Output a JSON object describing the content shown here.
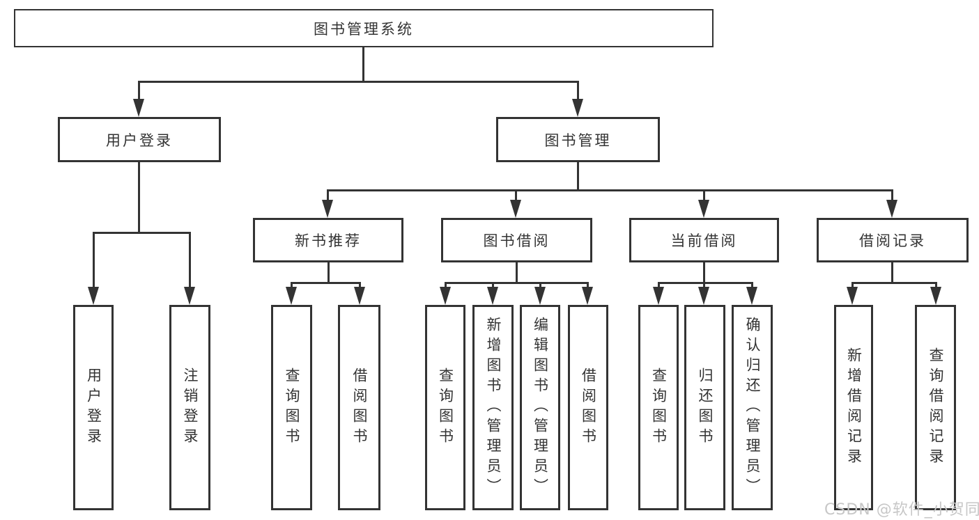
{
  "diagram": {
    "root": {
      "label": "图书管理系统"
    },
    "level2": [
      {
        "label": "用户登录"
      },
      {
        "label": "图书管理"
      }
    ],
    "level3": [
      {
        "label": "新书推荐"
      },
      {
        "label": "图书借阅"
      },
      {
        "label": "当前借阅"
      },
      {
        "label": "借阅记录"
      }
    ],
    "leaves": [
      {
        "label": "用户登录"
      },
      {
        "label": "注销登录"
      },
      {
        "label": "查询图书"
      },
      {
        "label": "借阅图书"
      },
      {
        "label": "查询图书"
      },
      {
        "label": "新增图书（管理员）"
      },
      {
        "label": "编辑图书（管理员）"
      },
      {
        "label": "借阅图书"
      },
      {
        "label": "查询图书"
      },
      {
        "label": "归还图书"
      },
      {
        "label": "确认归还（管理员）"
      },
      {
        "label": "新增借阅记录"
      },
      {
        "label": "查询借阅记录"
      }
    ]
  },
  "watermark": {
    "text": "CSDN @软件_小贺同学"
  },
  "colors": {
    "line": "#333333",
    "box_border": "#333333",
    "text": "#333333",
    "watermark_text": "#c7c7c7",
    "background": "#ffffff"
  }
}
